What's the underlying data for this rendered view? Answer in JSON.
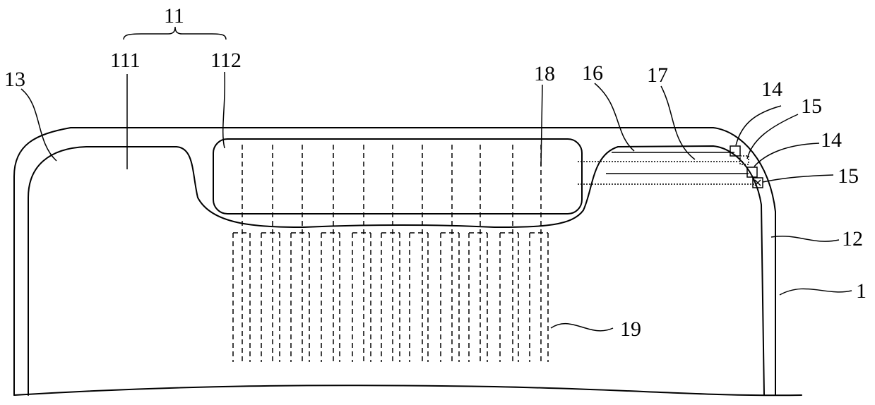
{
  "labels": {
    "l11": "11",
    "l111": "111",
    "l112": "112",
    "l13": "13",
    "l18": "18",
    "l16": "16",
    "l17": "17",
    "l14a": "14",
    "l15a": "15",
    "l14b": "14",
    "l15b": "15",
    "l12": "12",
    "l1": "1",
    "l19": "19"
  }
}
